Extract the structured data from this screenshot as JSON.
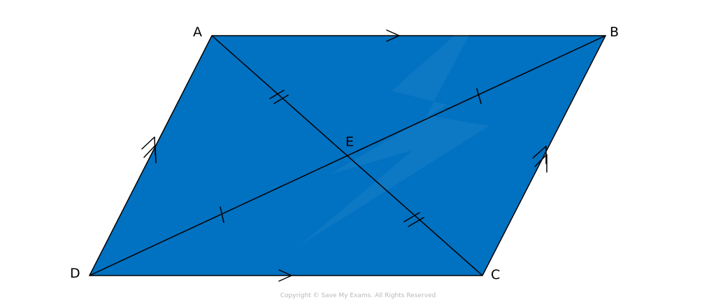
{
  "colors": {
    "fill": "#0171c1",
    "watermark": "#0a65b0",
    "line": "#000000",
    "copyright": "#b9b9b9"
  },
  "vertices": {
    "A": "A",
    "B": "B",
    "C": "C",
    "D": "D",
    "E": "E"
  },
  "copyright": "Copyright © Save My Exams. All Rights Reserved"
}
